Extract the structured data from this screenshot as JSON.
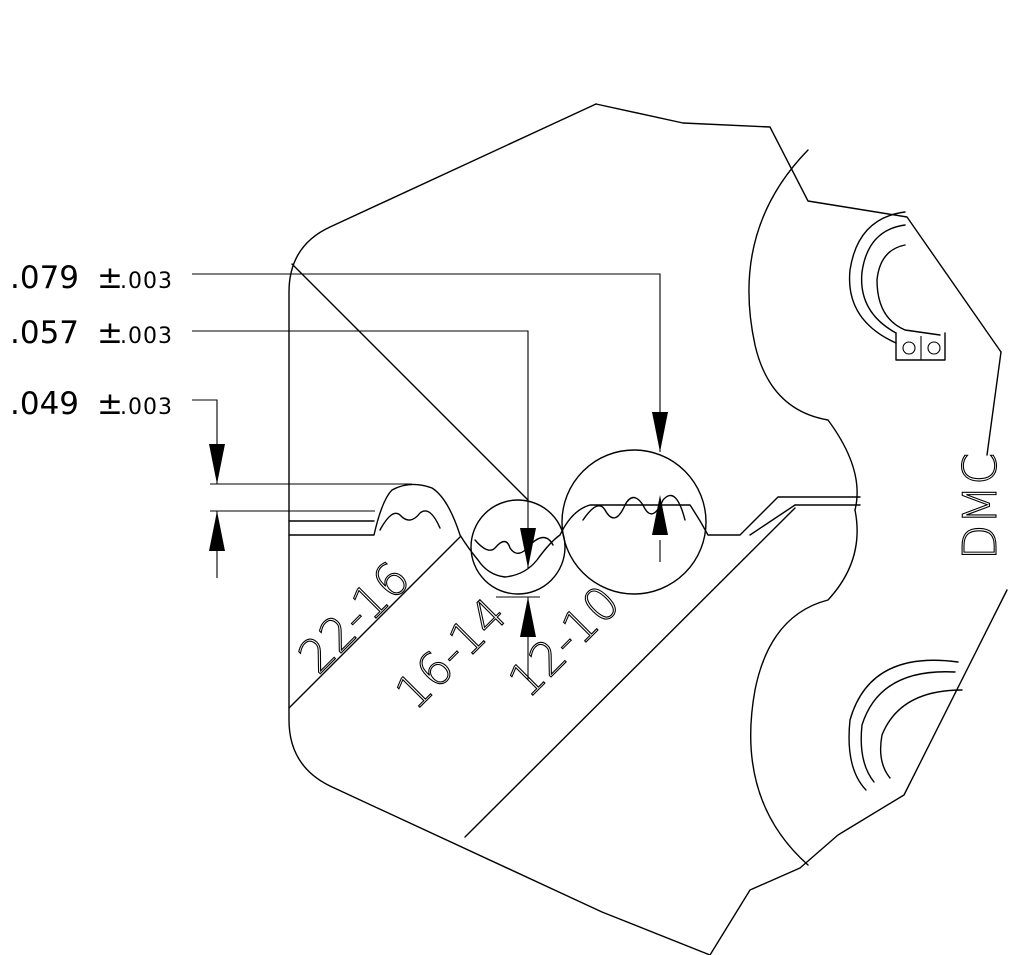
{
  "dimensions": [
    {
      "value": ".079",
      "tolerance_sign": "±",
      "tolerance": ".003"
    },
    {
      "value": ".057",
      "tolerance_sign": "±",
      "tolerance": ".003"
    },
    {
      "value": ".049",
      "tolerance_sign": "±",
      "tolerance": ".003"
    }
  ],
  "cavity_labels": [
    "22-16",
    "16-14",
    "12-10"
  ],
  "brand_mark": "DMC"
}
